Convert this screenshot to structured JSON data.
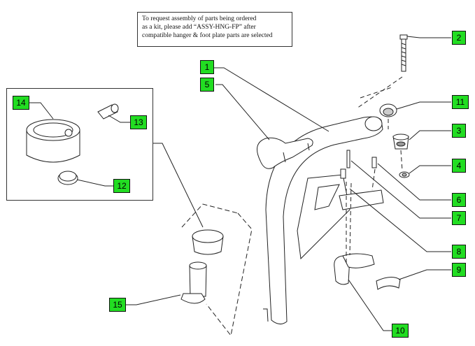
{
  "note": {
    "lines": [
      "To request assembly of parts being ordered",
      "as a kit, please add “ASSY-HNG-FP” after",
      "compatible hanger & foot plate parts are selected"
    ]
  },
  "callouts": {
    "c1": "1",
    "c2": "2",
    "c3": "3",
    "c4": "4",
    "c5": "5",
    "c6": "6",
    "c7": "7",
    "c8": "8",
    "c9": "9",
    "c10": "10",
    "c11": "11",
    "c12": "12",
    "c13": "13",
    "c14": "14",
    "c15": "15"
  },
  "colors": {
    "callout_fill": "#22dd22",
    "line": "#222222"
  }
}
